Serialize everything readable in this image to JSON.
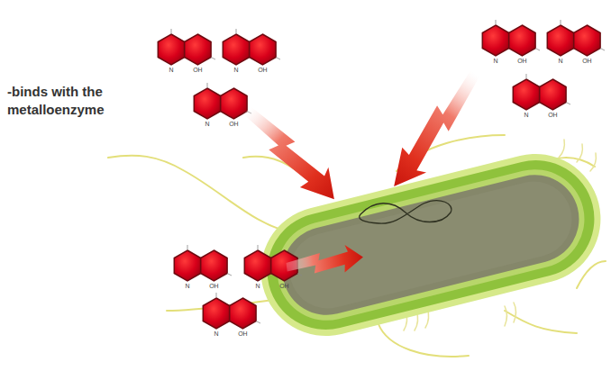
{
  "diagram": {
    "labels": [
      "-binds with the metalloenzyme",
      "N",
      "OH",
      "N",
      "OH",
      "N",
      "OH",
      "N",
      "OH",
      "N",
      "OH",
      "N",
      "OH",
      "N",
      "OH",
      "N",
      "OH",
      "N",
      "OH"
    ]
  }
}
